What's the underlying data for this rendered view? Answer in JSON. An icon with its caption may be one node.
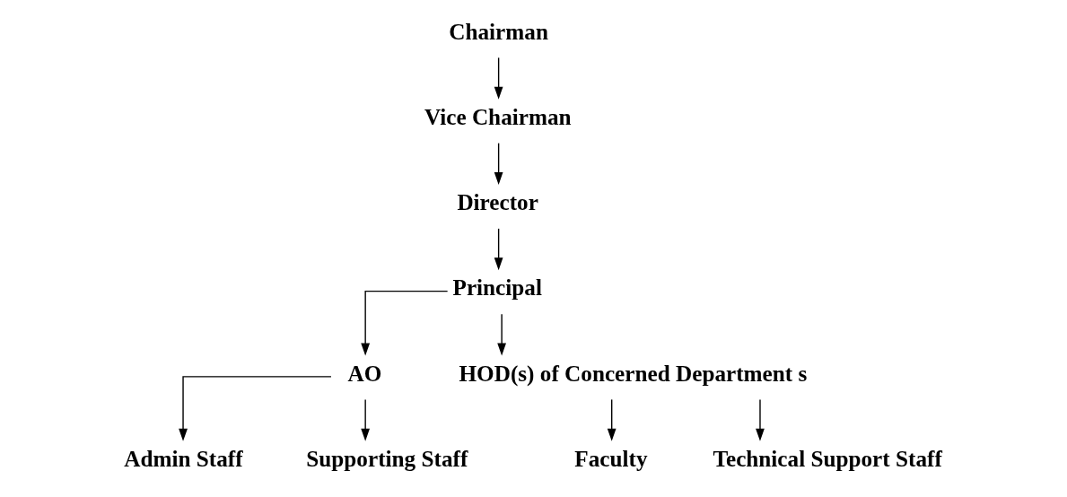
{
  "diagram": {
    "nodes": [
      {
        "text": [
          "Chairman"
        ]
      },
      {
        "text": [
          "Vice Chairman"
        ]
      },
      {
        "text": [
          "Director"
        ]
      },
      {
        "text": [
          "Principal"
        ]
      },
      {
        "text": [
          "AO"
        ]
      },
      {
        "text": [
          "HOD(s) of Concerned Department s"
        ]
      },
      {
        "text": [
          "Admin Staff"
        ]
      },
      {
        "text": [
          "Supporting Staff"
        ]
      },
      {
        "text": [
          "Faculty"
        ]
      },
      {
        "text": [
          "Technical Support Staff"
        ]
      }
    ],
    "edges": [
      {
        "from": 0,
        "to": 1,
        "arrow": "to"
      },
      {
        "from": 1,
        "to": 2,
        "arrow": "to"
      },
      {
        "from": 2,
        "to": 3,
        "arrow": "to"
      },
      {
        "from": 3,
        "to": 4,
        "arrow": "to"
      },
      {
        "from": 3,
        "to": 5,
        "arrow": "to"
      },
      {
        "from": 4,
        "to": 6,
        "arrow": "to"
      },
      {
        "from": 4,
        "to": 7,
        "arrow": "to"
      },
      {
        "from": 5,
        "to": 8,
        "arrow": "to"
      },
      {
        "from": 5,
        "to": 9,
        "arrow": "to"
      }
    ]
  }
}
